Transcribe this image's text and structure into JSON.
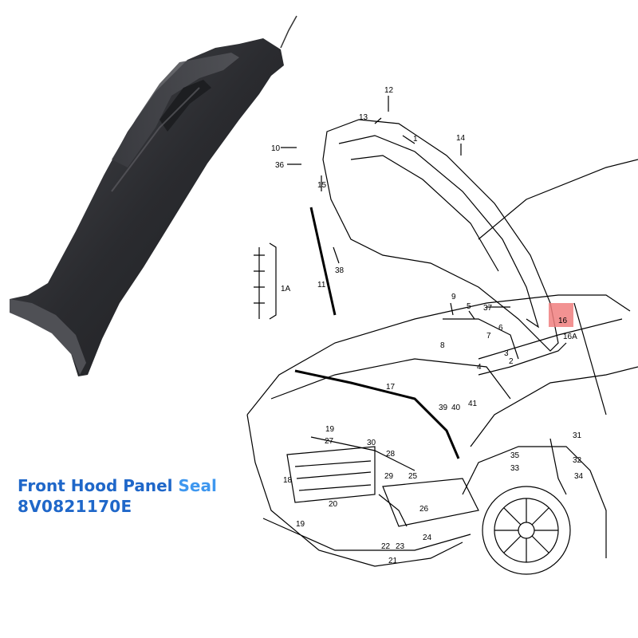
{
  "product": {
    "title_part1": "Front Hood Panel",
    "title_part2": "Seal",
    "part_number": "8V0821170E"
  },
  "diagram": {
    "callouts": [
      "12",
      "13",
      "1",
      "14",
      "10",
      "36",
      "15",
      "11",
      "38",
      "1A",
      "9",
      "5",
      "37",
      "16",
      "7",
      "6",
      "8",
      "3",
      "16A",
      "2",
      "4",
      "17",
      "41",
      "39",
      "40",
      "19",
      "30",
      "27",
      "28",
      "35",
      "31",
      "32",
      "33",
      "34",
      "18",
      "29",
      "25",
      "20",
      "26",
      "24",
      "19",
      "22",
      "23",
      "21"
    ],
    "highlight_label": "16"
  },
  "colors": {
    "title_dark": "#1f67c9",
    "title_light": "#3e97ef",
    "part_color": "#2e2f33",
    "highlight": "#f07f7f"
  }
}
